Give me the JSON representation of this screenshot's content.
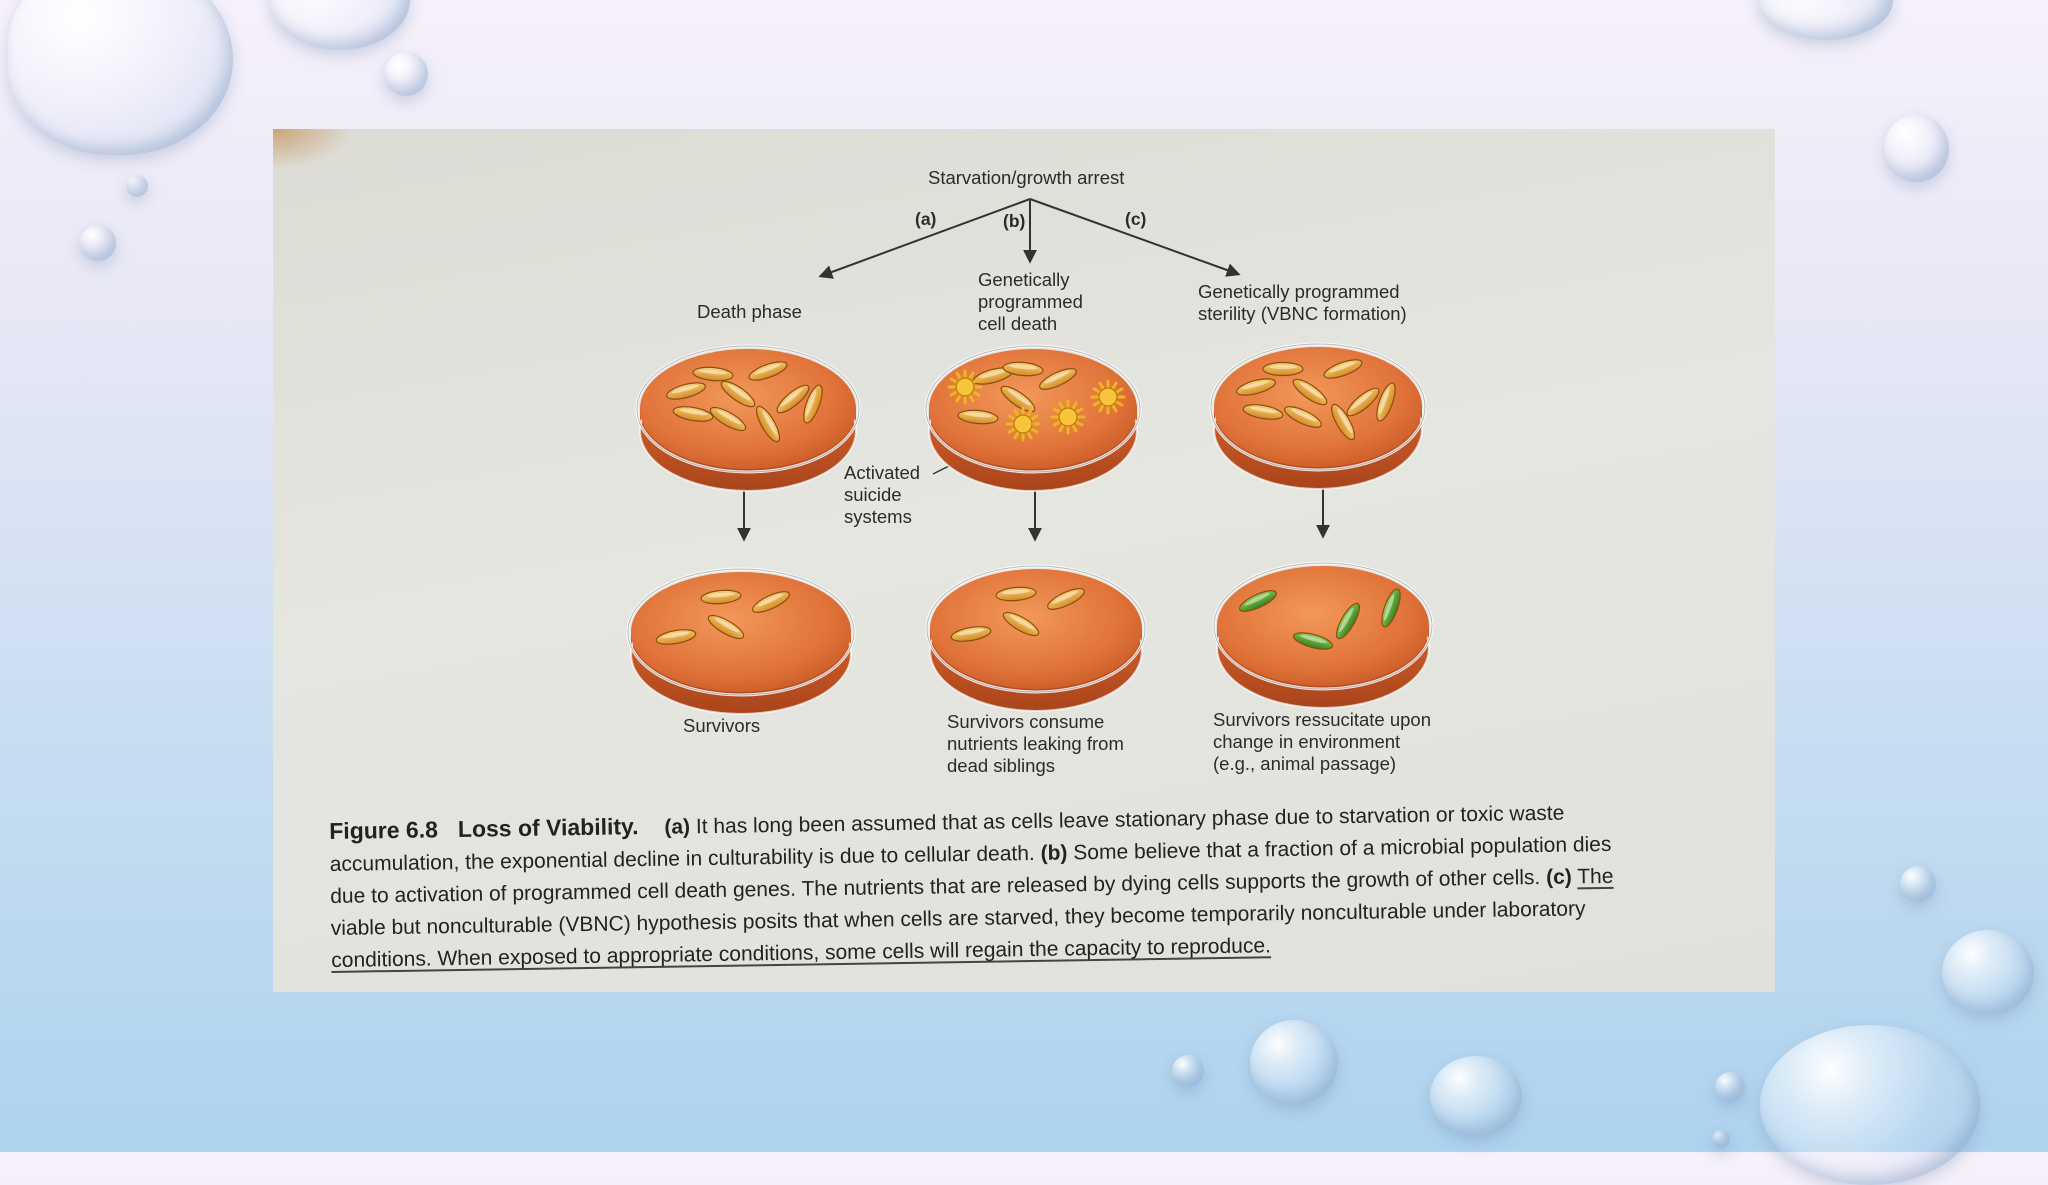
{
  "diagram": {
    "root_label": "Starvation/growth arrest",
    "branch_labels": [
      "(a)",
      "(b)",
      "(c)"
    ],
    "branch_a_title": "Death phase",
    "branch_b_title": "Genetically\nprogrammed\ncell death",
    "branch_c_title": "Genetically programmed\nsterility (VBNC formation)",
    "callout": "Activated\nsuicide\nsystems",
    "outcome_a": "Survivors",
    "outcome_b": "Survivors consume\nnutrients leaking from\ndead siblings",
    "outcome_c": "Survivors ressucitate upon\nchange in environment\n(e.g., animal passage)"
  },
  "caption": {
    "figure_number": "Figure 6.8",
    "figure_title": "Loss of Viability.",
    "a_marker": "(a)",
    "a_text": "It has long been assumed that as cells leave stationary phase due to starvation or toxic waste",
    "line2_text": "accumulation, the exponential decline in culturability is due to cellular death.",
    "b_marker": "(b)",
    "b_text": "Some believe that a fraction of a microbial population dies",
    "line3_text": "due to activation of programmed cell death genes. The nutrients that are released by dying cells supports the growth of other cells.",
    "c_marker": "(c)",
    "c_text": "The",
    "line4_text": "viable but nonculturable (VBNC) hypothesis posits that when cells are starved, they become temporarily nonculturable under laboratory",
    "line5_text": "conditions. When exposed to appropriate conditions, some cells will regain the capacity to reproduce."
  },
  "colors": {
    "agar": "#e0733a",
    "agar_dark": "#b84e1f",
    "cell_yellow": "#e9a93a",
    "cell_green": "#4f9a2a",
    "burst": "#f0b420"
  }
}
